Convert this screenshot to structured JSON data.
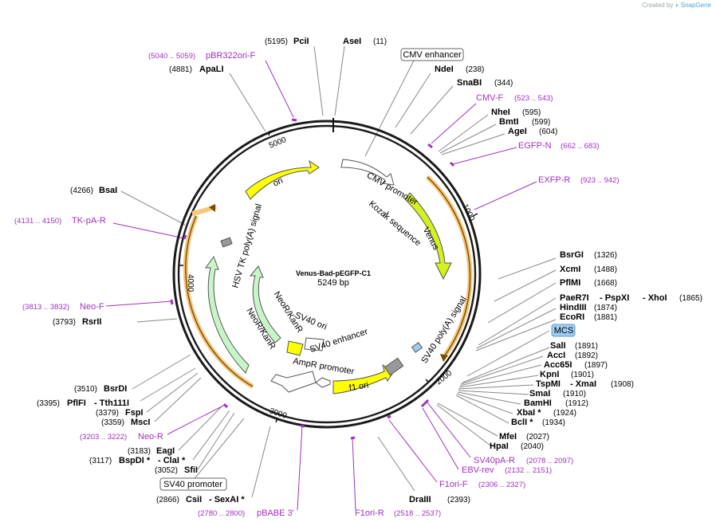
{
  "header": {
    "created_by": "Created by",
    "brand": "SnapGene"
  },
  "plasmid": {
    "name": "Venus-Bad-pEGFP-C1",
    "size": "5249 bp"
  },
  "ruler": {
    "ticks": [
      "1000",
      "2000",
      "3000",
      "4000",
      "5000"
    ]
  },
  "features": [
    {
      "label": "ori"
    },
    {
      "label": "CMV promoter"
    },
    {
      "label": "Kozak sequence"
    },
    {
      "label": "Venus"
    },
    {
      "label": "HSV TK poly(A) signal"
    },
    {
      "label": "NeoR/KanR"
    },
    {
      "label": "NeoR/KanR"
    },
    {
      "label": "SV40 ori"
    },
    {
      "label": "SV40 enhancer"
    },
    {
      "label": "SV40 poly(A) signal"
    },
    {
      "label": "AmpR promoter"
    },
    {
      "label": "f1 ori"
    }
  ],
  "boxed_labels": {
    "cmv_enhancer": "CMV enhancer",
    "mcs": "MCS",
    "sv40_promoter": "SV40 promoter"
  },
  "sites": {
    "pcil": {
      "pos": "(5195)",
      "name": "PciI"
    },
    "asel": {
      "name": "AseI",
      "pos": "(11)"
    },
    "apali": {
      "pos": "(4881)",
      "name": "ApaLI"
    },
    "ndel": {
      "name": "NdeI",
      "pos": "(238)"
    },
    "snabi": {
      "name": "SnaBI",
      "pos": "(344)"
    },
    "nhel": {
      "name": "NheI",
      "pos": "(595)"
    },
    "bmti": {
      "name": "BmtI",
      "pos": "(599)"
    },
    "agel": {
      "name": "AgeI",
      "pos": "(604)"
    },
    "bsai": {
      "pos": "(4266)",
      "name": "BsaI"
    },
    "bsrgi": {
      "name": "BsrGI",
      "pos": "(1326)"
    },
    "xcmi": {
      "name": "XcmI",
      "pos": "(1488)"
    },
    "pflmi": {
      "name": "PflMI",
      "pos": "(1668)"
    },
    "paer7i": {
      "name": "PaeR7I",
      "sep1": "- PspXI",
      "sep2": "- XhoI",
      "pos": "(1865)"
    },
    "hindiii": {
      "name": "HindIII",
      "pos": "(1874)"
    },
    "ecori": {
      "name": "EcoRI",
      "pos": "(1881)"
    },
    "rsrii": {
      "pos": "(3793)",
      "name": "RsrII"
    },
    "sali": {
      "name": "SalI",
      "pos": "(1891)"
    },
    "acci": {
      "name": "AccI",
      "pos": "(1892)"
    },
    "acc65i": {
      "name": "Acc65I",
      "pos": "(1897)"
    },
    "kpni": {
      "name": "KpnI",
      "pos": "(1901)"
    },
    "tspmi": {
      "name": "TspMI",
      "sep": "- XmaI",
      "pos": "(1908)"
    },
    "smai": {
      "name": "SmaI",
      "pos": "(1910)"
    },
    "bamhi": {
      "name": "BamHI",
      "pos": "(1912)"
    },
    "xbai": {
      "name": "XbaI *",
      "pos": "(1924)"
    },
    "bcli": {
      "name": "BclI *",
      "pos": "(1934)"
    },
    "bsrdi": {
      "pos": "(3510)",
      "name": "BsrDI"
    },
    "pflfi": {
      "pos": "(3395)",
      "name": "PflFI",
      "sep": "- Tth111I"
    },
    "fspi": {
      "pos": "(3379)",
      "name": "FspI"
    },
    "msci": {
      "pos": "(3359)",
      "name": "MscI"
    },
    "mfei": {
      "name": "MfeI",
      "pos": "(2027)"
    },
    "hpai": {
      "name": "HpaI",
      "pos": "(2040)"
    },
    "eagi": {
      "pos": "(3183)",
      "name": "EagI"
    },
    "bspdi": {
      "pos": "(3117)",
      "name": "BspDI *",
      "sep": "- ClaI *"
    },
    "sfii": {
      "pos": "(3052)",
      "name": "SfiI"
    },
    "csii": {
      "pos": "(2866)",
      "name": "CsiI",
      "sep": "- SexAI *"
    },
    "draiii": {
      "name": "DraIII",
      "pos": "(2393)"
    }
  },
  "primers": {
    "pbr322ori": {
      "pos": "(5040 .. 5059)",
      "name": "pBR322ori-F"
    },
    "cmvf": {
      "name": "CMV-F",
      "pos": "(523 .. 543)"
    },
    "egfpn": {
      "name": "EGFP-N",
      "pos": "(662 .. 683)"
    },
    "exfpr": {
      "name": "EXFP-R",
      "pos": "(923 .. 942)"
    },
    "tkpar": {
      "pos": "(4131 .. 4150)",
      "name": "TK-pA-R"
    },
    "neof": {
      "pos": "(3813 .. 3832)",
      "name": "Neo-F"
    },
    "neor": {
      "pos": "(3203 .. 3222)",
      "name": "Neo-R"
    },
    "sv40par": {
      "name": "SV40pA-R",
      "pos": "(2078 .. 2097)"
    },
    "ebvrev": {
      "name": "EBV-rev",
      "pos": "(2132 .. 2151)"
    },
    "f1orif": {
      "name": "F1ori-F",
      "pos": "(2306 .. 2327)"
    },
    "pbabe3": {
      "pos": "(2780 .. 2800)",
      "name": "pBABE 3'"
    },
    "f1orir": {
      "name": "F1ori-R",
      "pos": "(2518 .. 2537)"
    }
  },
  "colors": {
    "ori": "#ffff00",
    "venus": "#d4f020",
    "neo": "#c8f5c8",
    "primer": "#a030c0",
    "orf": "#f5c87a",
    "f1ori": "#ffff00",
    "signal": "#999999",
    "mcs": "#9ecbf0"
  }
}
